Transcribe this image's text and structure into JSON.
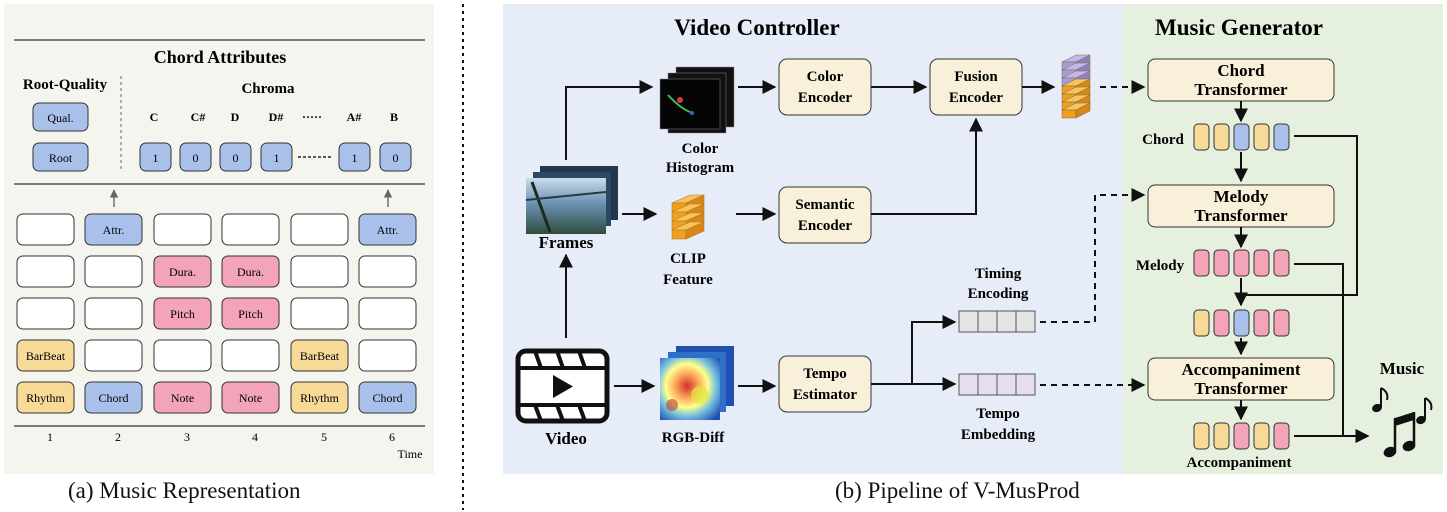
{
  "panel_a": {
    "title": "Chord Attributes",
    "root_quality_label": "Root-Quality",
    "qual_label": "Qual.",
    "root_label": "Root",
    "chroma_label": "Chroma",
    "chroma_notes": [
      "C",
      "C#",
      "D",
      "D#",
      "·····",
      "A#",
      "B"
    ],
    "chroma_values": [
      "1",
      "0",
      "0",
      "1",
      "1",
      "0"
    ],
    "grid_rows": [
      [
        "",
        "Attr.",
        "",
        "",
        "",
        "Attr."
      ],
      [
        "",
        "",
        "Dura.",
        "Dura.",
        "",
        ""
      ],
      [
        "",
        "",
        "Pitch",
        "Pitch",
        "",
        ""
      ],
      [
        "BarBeat",
        "",
        "",
        "",
        "BarBeat",
        ""
      ],
      [
        "Rhythm",
        "Chord",
        "Note",
        "Note",
        "Rhythm",
        "Chord"
      ]
    ],
    "time_ticks": [
      "1",
      "2",
      "3",
      "4",
      "5",
      "6"
    ],
    "time_label": "Time",
    "caption": "(a) Music Representation"
  },
  "panel_b": {
    "video_controller_title": "Video Controller",
    "music_generator_title": "Music Generator",
    "frames_label": "Frames",
    "video_label": "Video",
    "color_hist_label": [
      "Color",
      "Histogram"
    ],
    "clip_label": [
      "CLIP",
      "Feature"
    ],
    "rgb_diff_label": "RGB-Diff",
    "color_encoder": [
      "Color",
      "Encoder"
    ],
    "semantic_encoder": [
      "Semantic",
      "Encoder"
    ],
    "fusion_encoder": [
      "Fusion",
      "Encoder"
    ],
    "tempo_estimator": [
      "Tempo",
      "Estimator"
    ],
    "timing_encoding_label": [
      "Timing",
      "Encoding"
    ],
    "tempo_embedding_label": [
      "Tempo",
      "Embedding"
    ],
    "chord_transformer": [
      "Chord",
      "Transformer"
    ],
    "melody_transformer": [
      "Melody",
      "Transformer"
    ],
    "accompaniment_transformer": [
      "Accompaniment",
      "Transformer"
    ],
    "chord_label": "Chord",
    "melody_label": "Melody",
    "accompaniment_label": "Accompaniment",
    "music_label": "Music",
    "caption": "(b) Pipeline of V-MusProd"
  },
  "colors": {
    "blue_token": "#a9c1ea",
    "pink_token": "#f3a4b8",
    "yellow_token": "#f7da98",
    "panel_a_bg": "#f3f5ee",
    "video_bg": "#e7edf8",
    "music_bg": "#e6f0df",
    "module_fill": "#f8f0d8"
  }
}
